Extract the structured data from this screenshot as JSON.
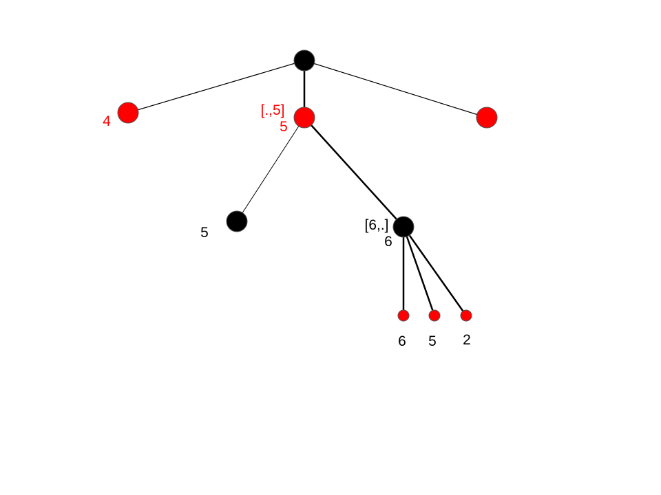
{
  "colors": {
    "black_node": "#000000",
    "red_node": "#ff0000",
    "node_outline": "#555555",
    "edge": "#000000",
    "red_label": "#ff0000",
    "black_label": "#000000"
  },
  "tree": {
    "root": {
      "color": "black"
    },
    "left_child": {
      "color": "red",
      "value_label": "4"
    },
    "middle_child": {
      "color": "red",
      "bound_label": "[.,5]",
      "value_label": "5"
    },
    "right_child": {
      "color": "red"
    },
    "middle_left_grandchild": {
      "color": "black",
      "value_label": "5"
    },
    "middle_right_grandchild": {
      "color": "black",
      "bound_label": "[6,.]",
      "value_label": "6"
    },
    "leaves": [
      {
        "color": "red",
        "value_label": "6"
      },
      {
        "color": "red",
        "value_label": "5"
      },
      {
        "color": "red",
        "value_label": "2"
      }
    ]
  }
}
